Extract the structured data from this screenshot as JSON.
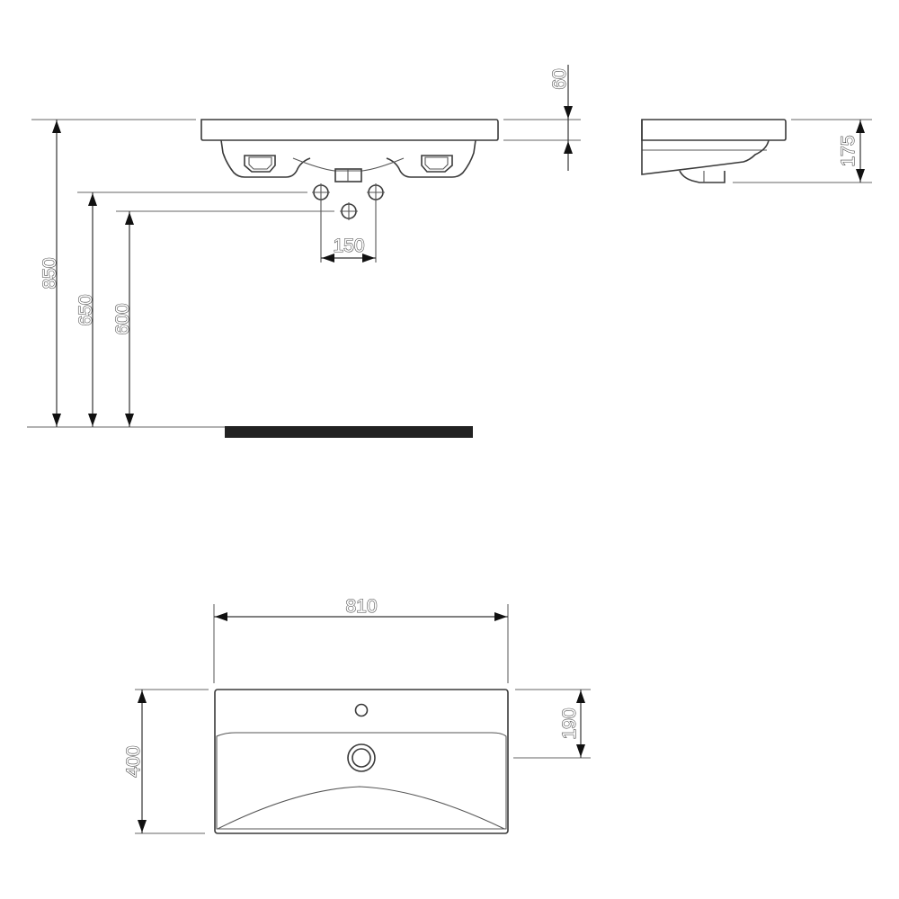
{
  "drawing": {
    "subject": "Washbasin technical drawing",
    "views": {
      "front_elevation": {
        "label": "front-view",
        "dimensions": {
          "rim_thickness": "60",
          "installation_height": "850",
          "supply_height_upper": "650",
          "supply_height_lower": "600",
          "supply_spacing": "150"
        }
      },
      "side_elevation": {
        "label": "side-view",
        "dimensions": {
          "depth_height": "175"
        }
      },
      "plan_view": {
        "label": "top-view",
        "dimensions": {
          "width": "810",
          "depth": "400",
          "tap_hole_offset": "190"
        }
      }
    },
    "colors": {
      "line": "#3a3a3a",
      "floor": "#222222",
      "background": "#ffffff"
    }
  }
}
